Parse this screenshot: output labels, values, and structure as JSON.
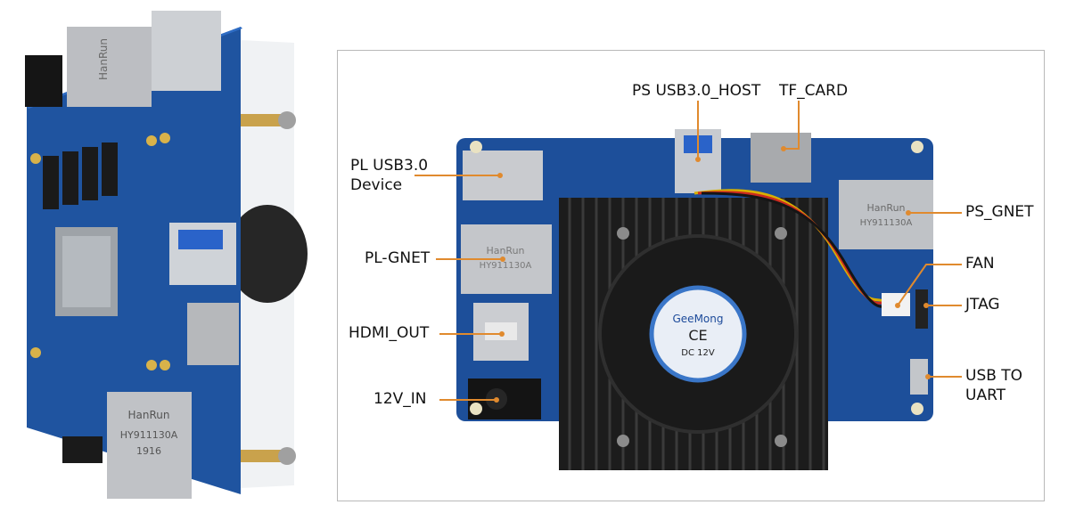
{
  "labels": {
    "ps_usb_host": "PS USB3.0_HOST",
    "tf_card": "TF_CARD",
    "pl_usb_device_line1": "PL USB3.0",
    "pl_usb_device_line2": "Device",
    "ps_gnet": "PS_GNET",
    "pl_gnet": "PL-GNET",
    "fan": "FAN",
    "jtag": "JTAG",
    "hdmi_out": "HDMI_OUT",
    "usb_uart_line1": "USB TO",
    "usb_uart_line2": "UART",
    "power_in": "12V_IN"
  },
  "chip_text": {
    "hanrun_left": "HanRun",
    "hanrun_part_left": "HY911130A",
    "hanrun_date": "1916",
    "hanrun_ps": "HanRun",
    "hanrun_part_ps": "HY911130A",
    "fan_brand": "GeeMong",
    "fan_ce": "CE",
    "fan_spec": "DC 12V"
  },
  "colors": {
    "pcb_blue": "#1d4f9a",
    "pcb_dark": "#173f7e",
    "heatsink": "#1c1c1c",
    "metal": "#c9cbcf",
    "callout": "#e08a2e",
    "text": "#111111"
  }
}
